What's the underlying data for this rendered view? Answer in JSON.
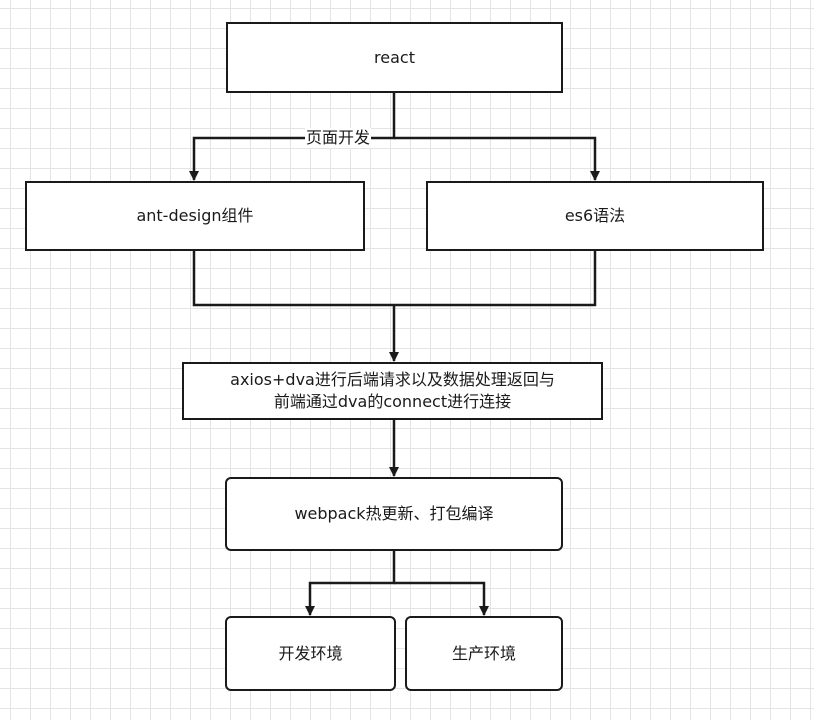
{
  "nodes": {
    "react": "react",
    "ant_design": "ant-design组件",
    "es6": "es6语法",
    "axios_dva": "axios+dva进行后端请求以及数据处理返回与\n前端通过dva的connect进行连接",
    "webpack": "webpack热更新、打包编译",
    "dev_env": "开发环境",
    "prod_env": "生产环境"
  },
  "edge_labels": {
    "page_dev": "页面开发"
  }
}
